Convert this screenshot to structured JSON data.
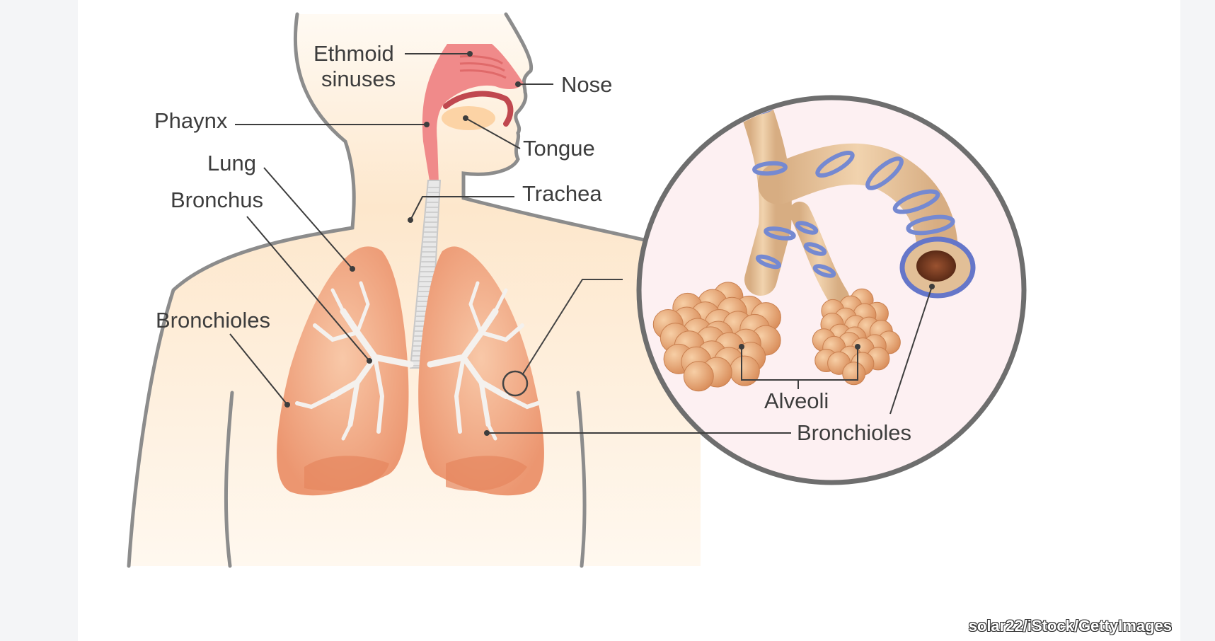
{
  "labels": {
    "ethmoid_line1": "Ethmoid",
    "ethmoid_line2": "sinuses",
    "nose": "Nose",
    "pharynx": "Phaynx",
    "tongue": "Tongue",
    "lung": "Lung",
    "trachea": "Trachea",
    "bronchus": "Bronchus",
    "bronchioles_left": "Bronchioles",
    "alveoli": "Alveoli",
    "bronchioles_right": "Bronchioles"
  },
  "credit": "solar22/iStock/GettyImages",
  "colors": {
    "skin": "#fde6c8",
    "outline": "#8c8c8c",
    "nasal": "#f08a8a",
    "lung": "#f0a27c",
    "tube": "#e2bf97",
    "ring": "#7589d1",
    "alveolus": "#e9a877"
  }
}
